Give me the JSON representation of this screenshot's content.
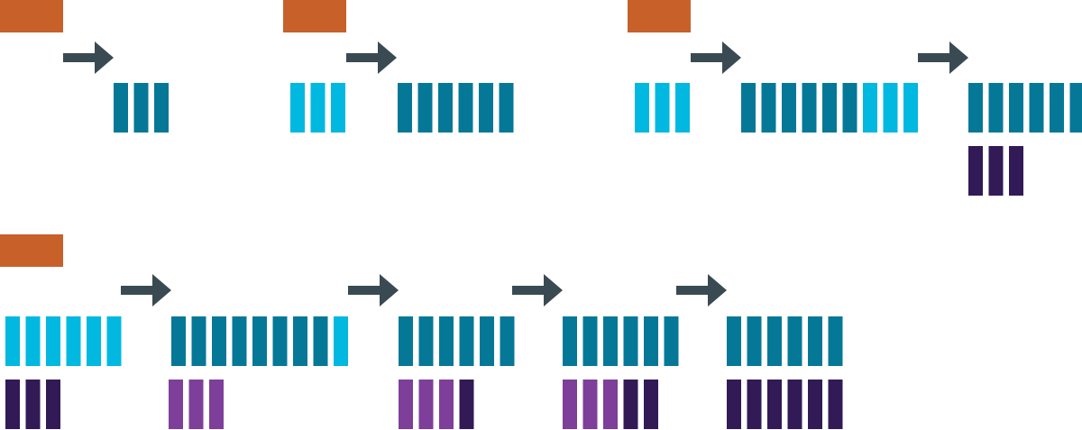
{
  "colors": {
    "tag": "#c8602a",
    "teal": "#057897",
    "cyan": "#00b8e0",
    "navy": "#321a57",
    "purple": "#7d3f9a",
    "arrow": "#3a4a52"
  },
  "labels": {
    "tag": "orange-tag",
    "arrow": "right-arrow-icon"
  },
  "diagram": {
    "description_items": [
      {
        "group": "step-1",
        "bars": [
          "teal",
          "teal",
          "teal"
        ]
      },
      {
        "group": "step-2-input",
        "bars": [
          "cyan",
          "cyan",
          "cyan"
        ]
      },
      {
        "group": "step-2-output",
        "bars": [
          "teal",
          "teal",
          "teal",
          "teal",
          "teal",
          "teal"
        ]
      },
      {
        "group": "step-3-input",
        "bars": [
          "cyan",
          "cyan",
          "cyan"
        ]
      },
      {
        "group": "step-3-output",
        "bars": [
          "teal",
          "teal",
          "teal",
          "teal",
          "teal",
          "teal",
          "cyan",
          "cyan",
          "cyan"
        ]
      },
      {
        "group": "step-4-top",
        "bars": [
          "teal",
          "teal",
          "teal",
          "teal",
          "teal",
          "teal"
        ]
      },
      {
        "group": "step-4-bottom",
        "bars": [
          "navy",
          "navy",
          "navy"
        ]
      },
      {
        "group": "row2-a-top",
        "bars": [
          "cyan",
          "cyan",
          "cyan",
          "cyan",
          "cyan",
          "cyan"
        ]
      },
      {
        "group": "row2-a-bottom",
        "bars": [
          "navy",
          "navy",
          "navy"
        ]
      },
      {
        "group": "row2-b-top",
        "bars": [
          "teal",
          "teal",
          "teal",
          "teal",
          "teal",
          "teal",
          "teal",
          "teal",
          "cyan"
        ]
      },
      {
        "group": "row2-b-bottom",
        "bars": [
          "purple",
          "purple",
          "purple"
        ]
      },
      {
        "group": "row2-c-top",
        "bars": [
          "teal",
          "teal",
          "teal",
          "teal",
          "teal",
          "teal"
        ]
      },
      {
        "group": "row2-c-bottom",
        "bars": [
          "purple",
          "purple",
          "purple",
          "navy"
        ]
      },
      {
        "group": "row2-d-top",
        "bars": [
          "teal",
          "teal",
          "teal",
          "teal",
          "teal",
          "teal"
        ]
      },
      {
        "group": "row2-d-bottom",
        "bars": [
          "purple",
          "purple",
          "purple",
          "navy",
          "navy"
        ]
      },
      {
        "group": "row2-e-top",
        "bars": [
          "teal",
          "teal",
          "teal",
          "teal",
          "teal",
          "teal"
        ]
      },
      {
        "group": "row2-e-bottom",
        "bars": [
          "navy",
          "navy",
          "navy",
          "navy",
          "navy",
          "navy"
        ]
      }
    ]
  }
}
